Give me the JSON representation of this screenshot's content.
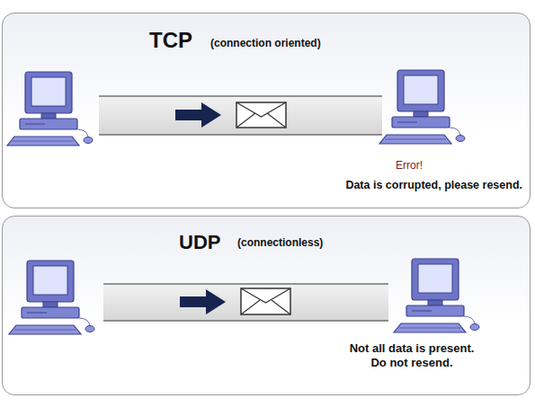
{
  "diagram": {
    "nodes": [
      {
        "text": [
          "TCP",
          "(connection oriented)",
          "Error!",
          "Data is corrupted, please resend."
        ]
      },
      {
        "text": [
          "UDP",
          "(connectionless)",
          "Not all data is present. Do not resend."
        ]
      }
    ]
  }
}
